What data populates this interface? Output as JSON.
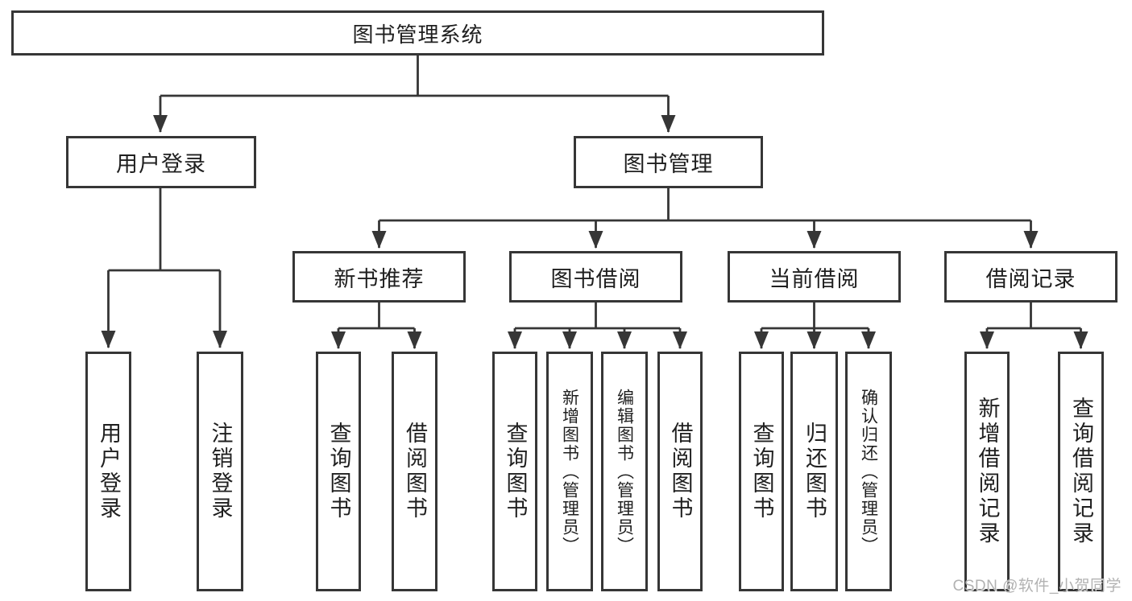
{
  "root": {
    "label": "图书管理系统"
  },
  "branches": {
    "login": {
      "label": "用户登录",
      "children": [
        {
          "label": "用户登录"
        },
        {
          "label": "注销登录"
        }
      ]
    },
    "management": {
      "label": "图书管理",
      "sections": [
        {
          "label": "新书推荐",
          "children": [
            {
              "label": "查询图书"
            },
            {
              "label": "借阅图书"
            }
          ]
        },
        {
          "label": "图书借阅",
          "children": [
            {
              "label": "查询图书"
            },
            {
              "label": "新增图书（管理员）"
            },
            {
              "label": "编辑图书（管理员）"
            },
            {
              "label": "借阅图书"
            }
          ]
        },
        {
          "label": "当前借阅",
          "children": [
            {
              "label": "查询图书"
            },
            {
              "label": "归还图书"
            },
            {
              "label": "确认归还（管理员）"
            }
          ]
        },
        {
          "label": "借阅记录",
          "children": [
            {
              "label": "新增借阅记录"
            },
            {
              "label": "查询借阅记录"
            }
          ]
        }
      ]
    }
  },
  "watermark": {
    "text": "CSDN @软件_小贺同学"
  },
  "colors": {
    "line": "#363636",
    "text": "#1f1f1f",
    "watermark": "#b2b2b2",
    "background": "#ffffff"
  }
}
